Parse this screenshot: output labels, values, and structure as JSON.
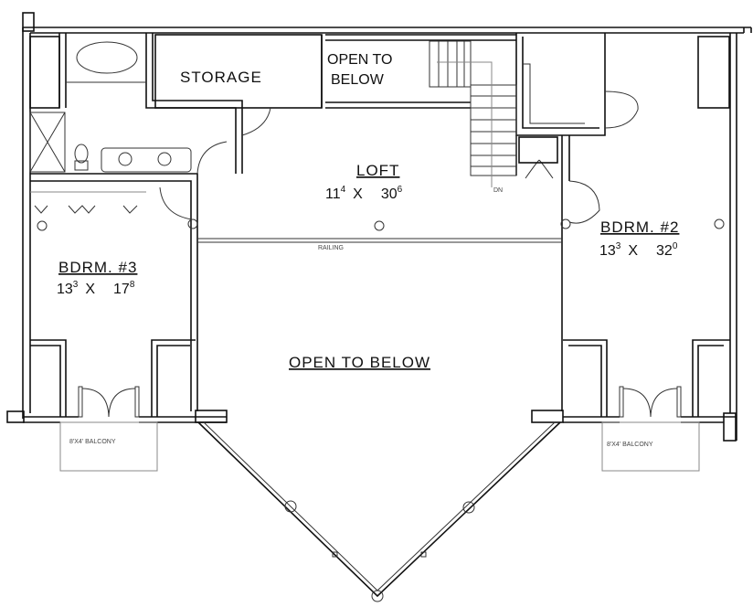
{
  "plan": {
    "rooms": {
      "storage": "STORAGE",
      "open_top_line1": "OPEN TO",
      "open_top_line2": "BELOW",
      "loft": {
        "name": "LOFT",
        "w_ft": "11",
        "w_in": "4",
        "x": "X",
        "l_ft": "30",
        "l_in": "6"
      },
      "bdrm2": {
        "name": "BDRM. #2",
        "w_ft": "13",
        "w_in": "3",
        "x": "X",
        "l_ft": "32",
        "l_in": "0"
      },
      "bdrm3": {
        "name": "BDRM. #3",
        "w_ft": "13",
        "w_in": "3",
        "x": "X",
        "l_ft": "17",
        "l_in": "8"
      },
      "open_main": "OPEN TO BELOW",
      "balcony_left": "8'X4' BALCONY",
      "balcony_right": "8'X4' BALCONY"
    },
    "notes": {
      "railing": "RAILING",
      "stair_dn": "DN"
    },
    "colors": {
      "line": "#111111",
      "background": "#ffffff"
    }
  }
}
